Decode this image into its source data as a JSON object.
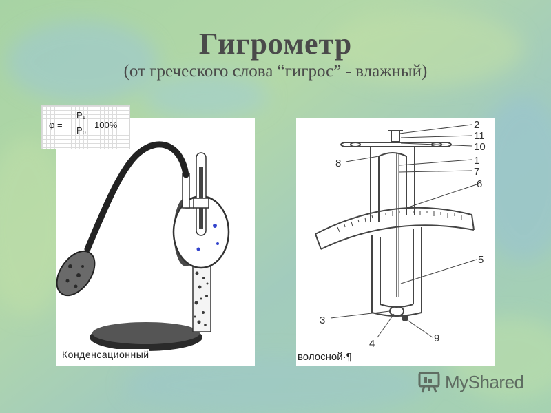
{
  "slide": {
    "title": "Гигрометр",
    "subtitle": "(от греческого слова “гигрос” - влажный)"
  },
  "formula": {
    "lhs": "φ =",
    "numerator": "P₁",
    "denominator": "P₀",
    "factor": "100%"
  },
  "left_figure": {
    "caption": "Конденсационный"
  },
  "right_figure": {
    "caption": "волосной·¶",
    "callouts": [
      "2",
      "11",
      "10",
      "8",
      "1",
      "7",
      "6",
      "5",
      "3",
      "4",
      "9"
    ]
  },
  "logo": {
    "text": "MyShared",
    "icon": "presentation-board-icon"
  },
  "colors": {
    "title": "#4a4a4a",
    "background_green": "#a9d4a3",
    "background_blue": "#9fc6d2",
    "outline": "#333333",
    "logo": "#5f6d62"
  }
}
